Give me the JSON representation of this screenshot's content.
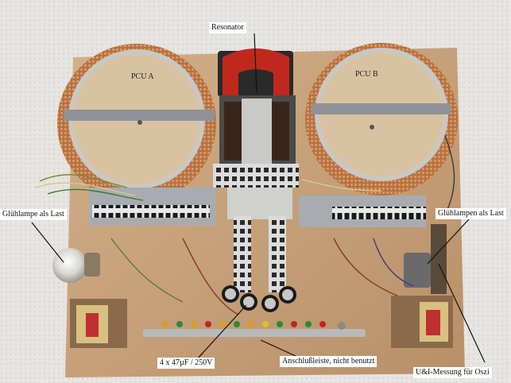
{
  "labels": {
    "resonator": "Resonator",
    "pcu_a": "PCU A",
    "pcu_b": "PCU B",
    "lamp_left": "Glühlampe als Last",
    "lamps_right": "Glühlampen als Last",
    "capacitors": "4 x 47µF / 250V",
    "terminal": "Anschlußleiste, nicht benutzt",
    "measurement": "U&I-Messung für Oszi"
  },
  "colors": {
    "wall": "#e8e6e2",
    "board": "#c9a47c",
    "copper": "#b66a3c",
    "magnet": "#c0281e",
    "grey_rail": "#9a9ea2"
  }
}
